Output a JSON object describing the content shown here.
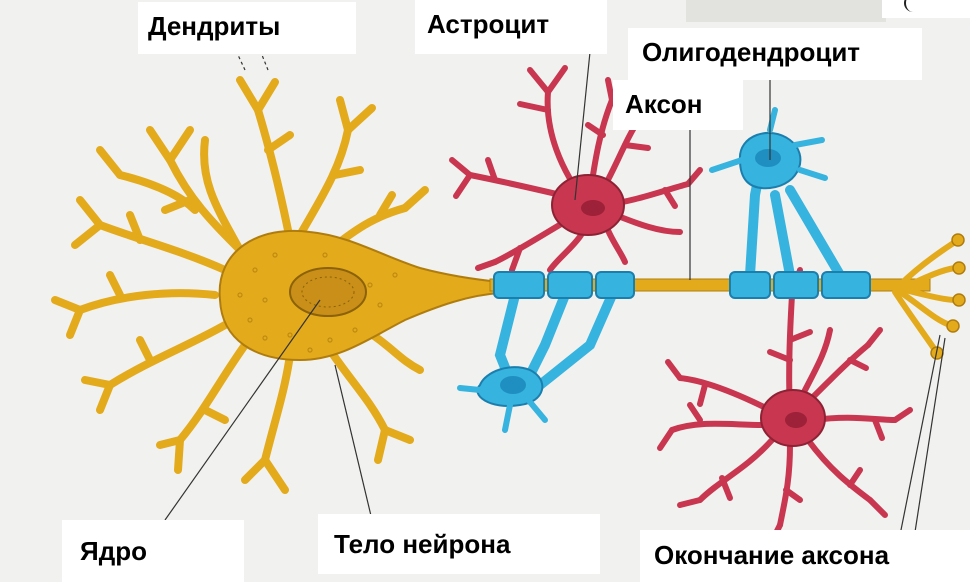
{
  "labels": {
    "dendrites": "Дендриты",
    "astrocyte": "Астроцит",
    "oligodendrocyte": "Олигодендроцит",
    "axon": "Аксон",
    "nucleus": "Ядро",
    "cell_body": "Тело нейрона",
    "axon_terminal": "Окончание аксона"
  },
  "colors": {
    "neuron": "#e3aa1c",
    "neuron_outline": "#b07d0c",
    "myelin": "#36b3de",
    "myelin_outline": "#1b7fae",
    "astrocyte": "#c8364f",
    "astrocyte_outline": "#8e2235",
    "leader_line": "#333333"
  }
}
